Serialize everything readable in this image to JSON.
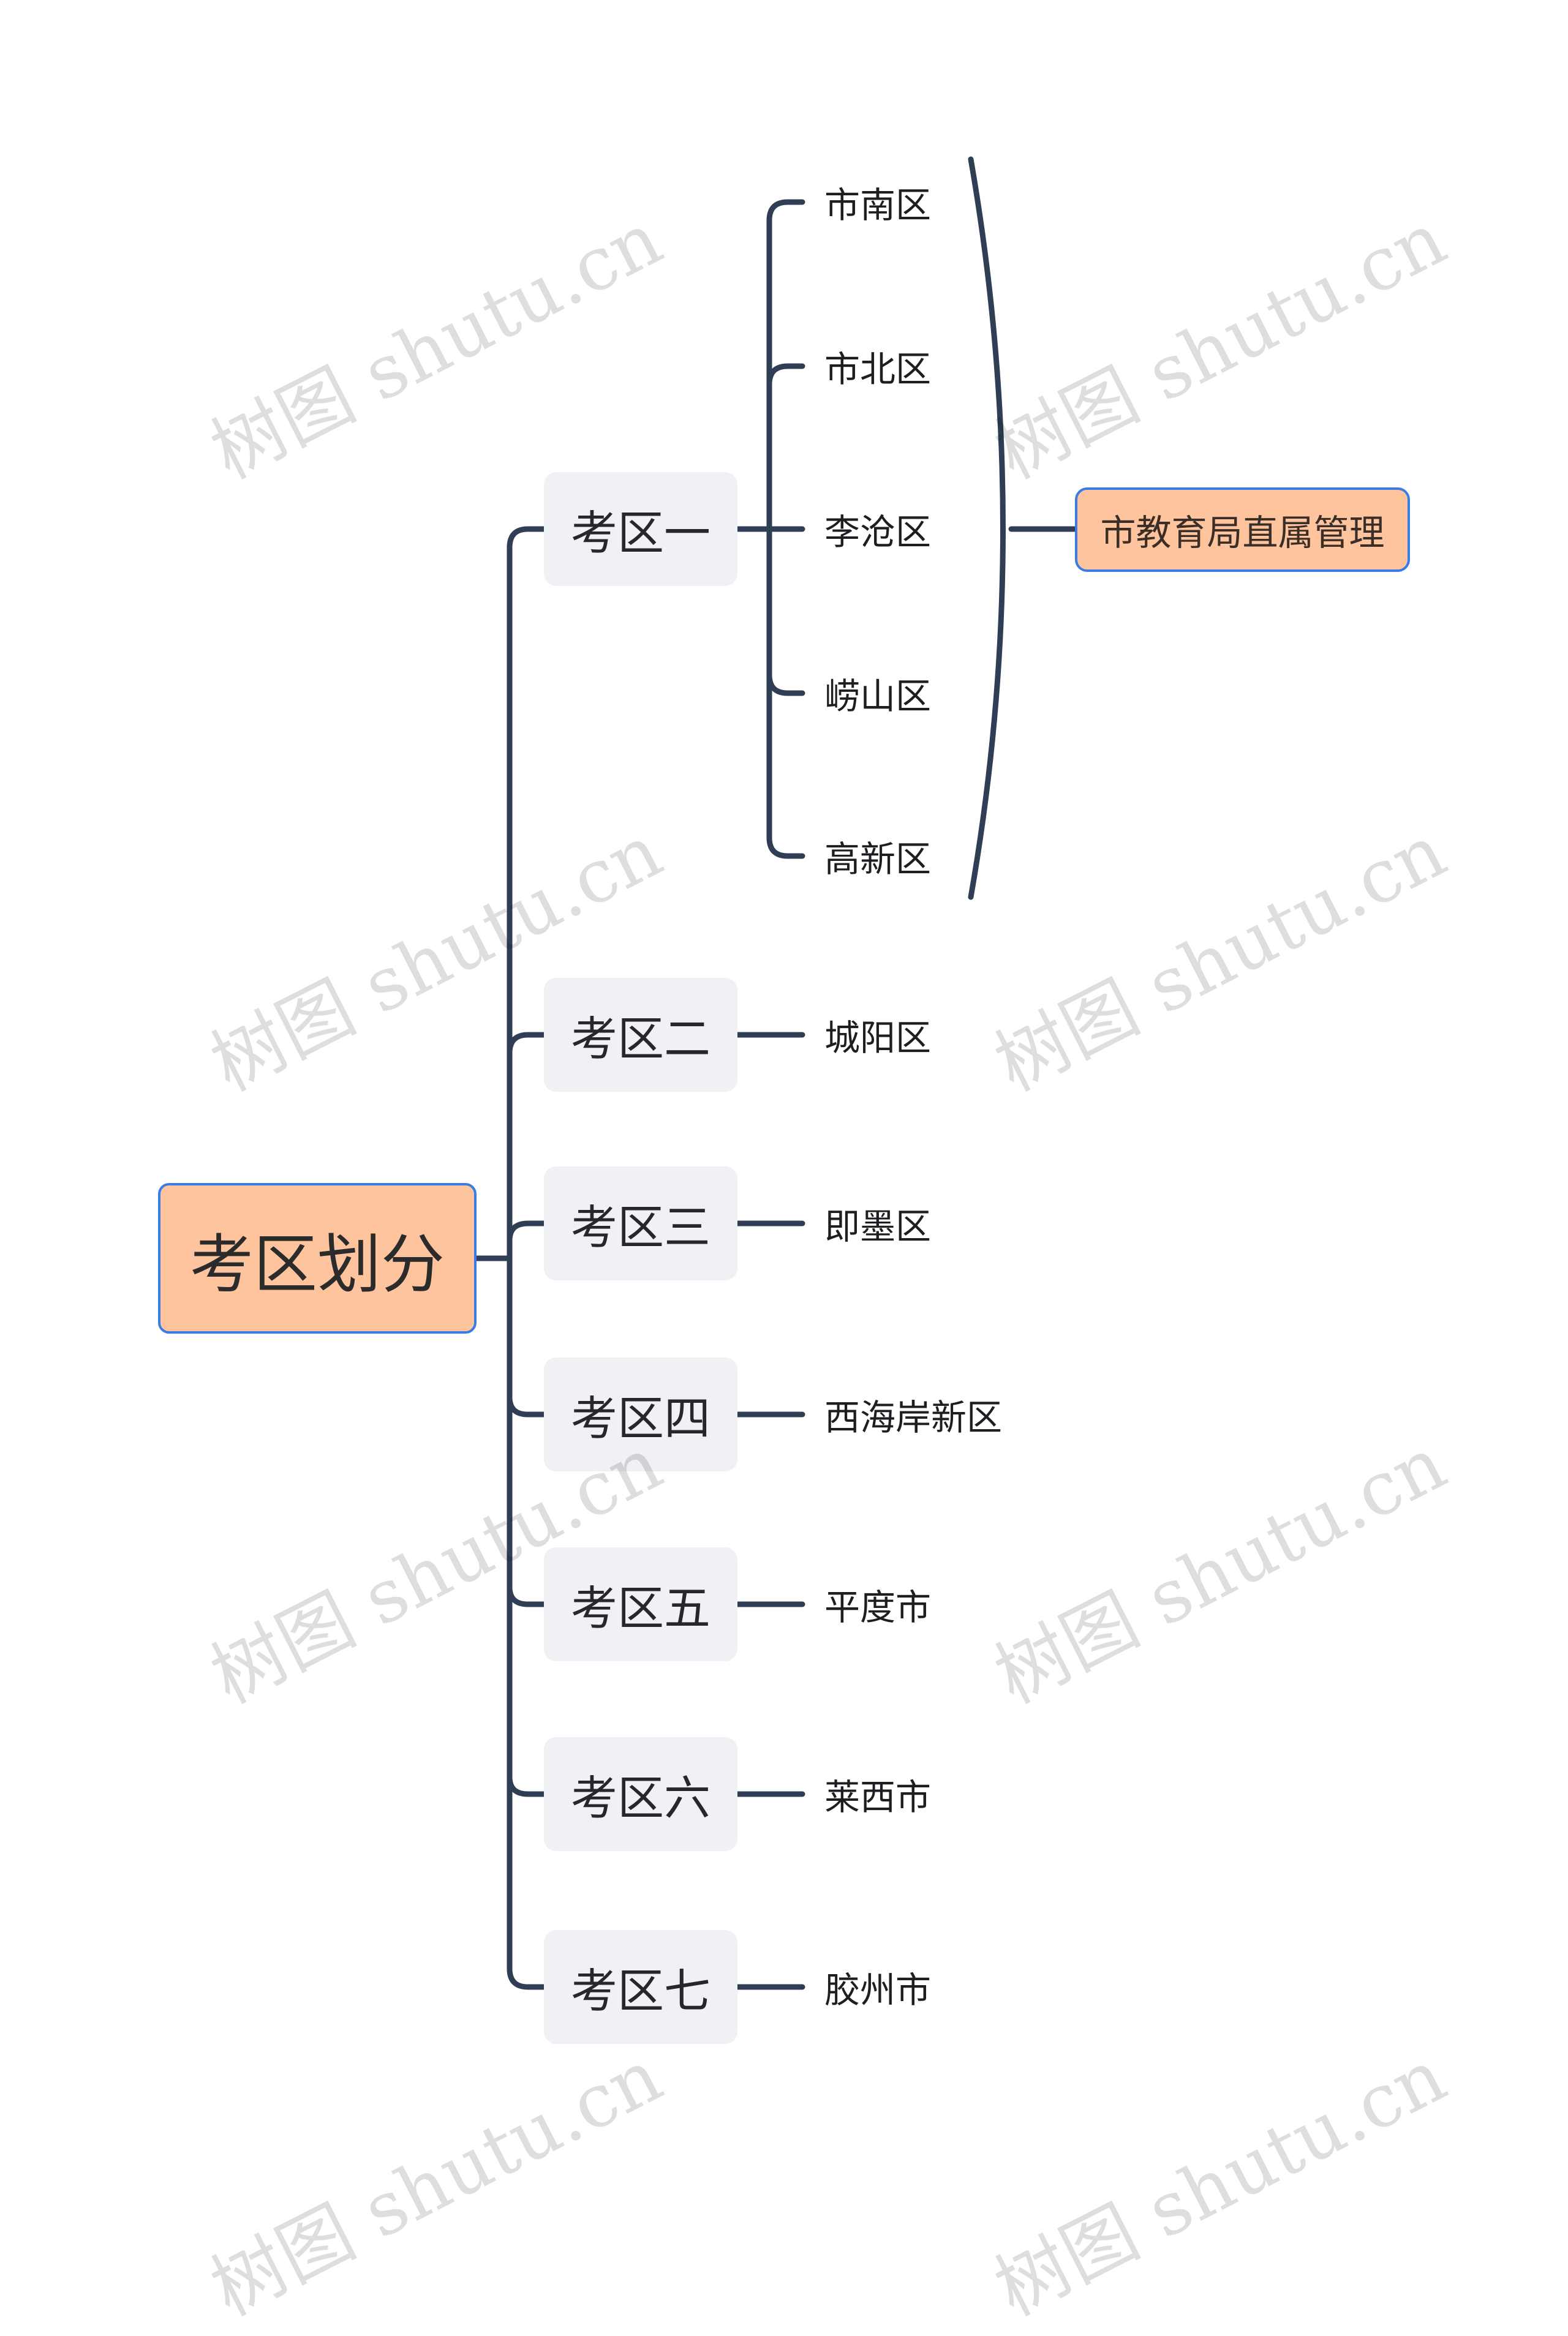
{
  "root": {
    "label": "考区划分"
  },
  "zones": [
    {
      "label": "考区一",
      "children": [
        "市南区",
        "市北区",
        "李沧区",
        "崂山区",
        "高新区"
      ]
    },
    {
      "label": "考区二",
      "children": [
        "城阳区"
      ]
    },
    {
      "label": "考区三",
      "children": [
        "即墨区"
      ]
    },
    {
      "label": "考区四",
      "children": [
        "西海岸新区"
      ]
    },
    {
      "label": "考区五",
      "children": [
        "平度市"
      ]
    },
    {
      "label": "考区六",
      "children": [
        "莱西市"
      ]
    },
    {
      "label": "考区七",
      "children": [
        "胶州市"
      ]
    }
  ],
  "summary": {
    "label": "市教育局直属管理"
  },
  "colors": {
    "line": "#2f3e55",
    "root_fill": "#fec49e",
    "root_border": "#3b7be6",
    "zone_fill": "#eff1f4"
  },
  "watermark": {
    "text": "树图 shutu.cn"
  }
}
